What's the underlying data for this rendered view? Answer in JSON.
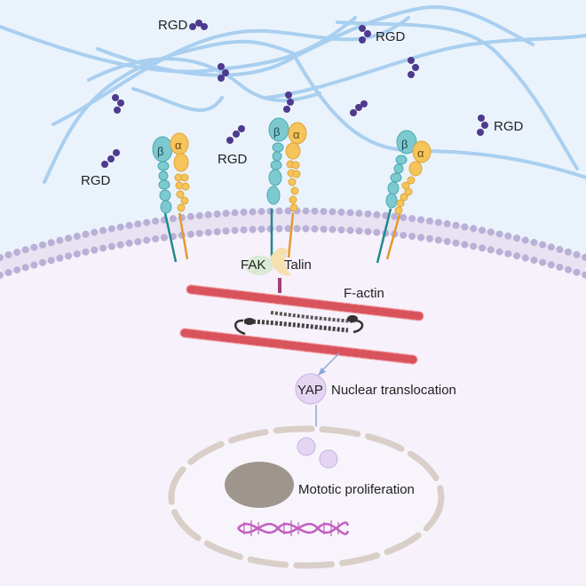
{
  "labels": {
    "rgd": "RGD",
    "beta": "β",
    "alpha": "α",
    "fak": "FAK",
    "talin": "Talin",
    "f_actin": "F-actin",
    "yap": "YAP",
    "nuclear_translocation": "Nuclear translocation",
    "mitotic_proliferation": "Mototic proliferation"
  },
  "colors": {
    "ecm_background": "#eaf3fb",
    "fiber": "#a9cff0",
    "cytoplasm": "#f6f1fa",
    "membrane_head": "#b8b0d6",
    "rgd_bead": "#4e3a8e",
    "integrin_beta": "#7cc9cf",
    "integrin_alpha": "#f5c45a",
    "actin": "#d9535d",
    "yap": "#e4d6f2",
    "nucleus_envelope": "#d9cfc8",
    "nucleolus": "#9e958d",
    "dna": "#c25fc0"
  }
}
